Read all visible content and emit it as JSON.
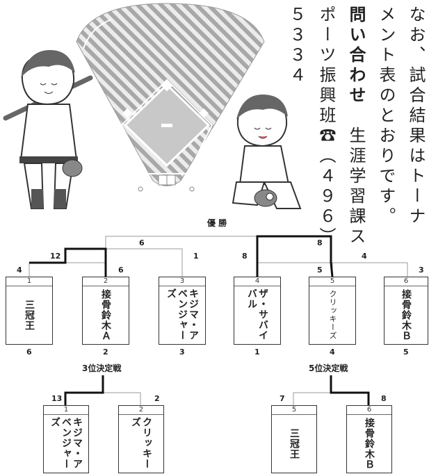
{
  "article": {
    "col1": "なお、試合結果はトーナ",
    "col2": "メント表のとおりです。",
    "col3_bold": "問い合わせ",
    "col3_rest": "　生涯学習課ス",
    "col4_a": "ポーツ振興班",
    "phone_icon": "☎",
    "col4_b": "（４９６）",
    "col5": "５３３４"
  },
  "bracket": {
    "final_title": "優 勝",
    "third_title": "3位決定戦",
    "fifth_title": "5位決定戦",
    "main_teams": [
      {
        "seed": "1",
        "name": "三冠王",
        "top_score": "4",
        "below": "6"
      },
      {
        "seed": "2",
        "name": "接骨鈴木Ａ",
        "top_score": "6",
        "below": "2"
      },
      {
        "seed": "3",
        "name": "キジマ・アベンジャーズ",
        "top_score": "1",
        "below": "3"
      },
      {
        "seed": "4",
        "name": "ザ・サバイバル",
        "top_score": "8",
        "below": "1"
      },
      {
        "seed": "5",
        "name": "クリッキーズ",
        "top_score": "5",
        "below": "4"
      },
      {
        "seed": "6",
        "name": "接骨鈴木Ｂ",
        "top_score": "3",
        "below": "5"
      }
    ],
    "semi_scores": {
      "left": "12",
      "right": "4"
    },
    "final_scores": {
      "left": "6",
      "right": "8"
    },
    "third_place": [
      {
        "seed": "1",
        "name": "キジマ・アベンジャーズ",
        "score": "13"
      },
      {
        "seed": "2",
        "name": "クリッキーズ",
        "score": "2"
      }
    ],
    "fifth_place": [
      {
        "seed": "5",
        "name": "三冠王",
        "score": "7"
      },
      {
        "seed": "6",
        "name": "接骨鈴木Ｂ",
        "score": "8"
      }
    ]
  }
}
